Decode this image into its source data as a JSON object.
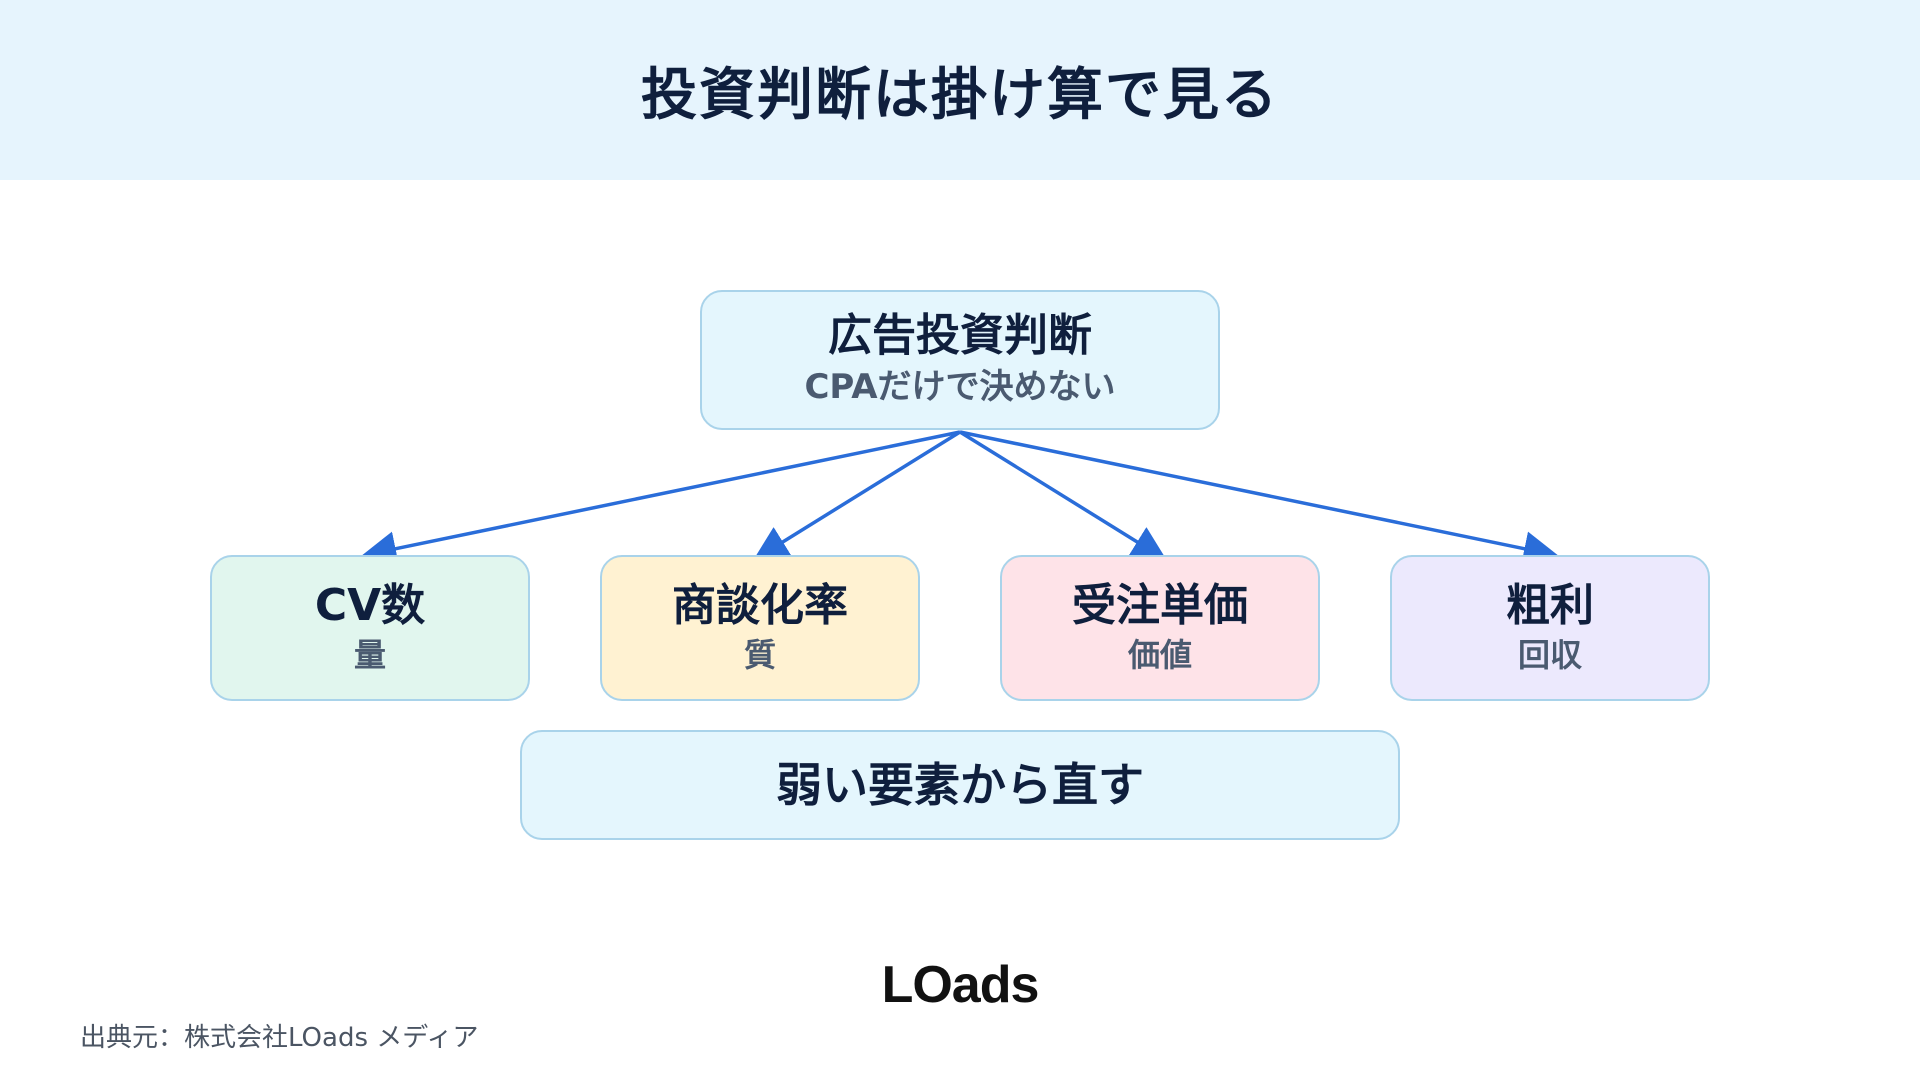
{
  "header": {
    "title": "投資判断は掛け算で見る"
  },
  "diagram": {
    "root": {
      "title": "広告投資判断",
      "subtitle": "CPAだけで決めない"
    },
    "children": [
      {
        "title": "CV数",
        "subtitle": "量"
      },
      {
        "title": "商談化率",
        "subtitle": "質"
      },
      {
        "title": "受注単価",
        "subtitle": "価値"
      },
      {
        "title": "粗利",
        "subtitle": "回収"
      }
    ],
    "bottom": {
      "title": "弱い要素から直す"
    }
  },
  "colors": {
    "header_bg": "#e6f4fd",
    "arrow": "#2a6dd9",
    "box_border": "#a9d3ea",
    "child_backgrounds": [
      "#e1f6ee",
      "#fff2d2",
      "#fee3e8",
      "#ece9fd"
    ]
  },
  "footer": {
    "logo": "LOads",
    "source": "出典元：株式会社LOads メディア"
  }
}
